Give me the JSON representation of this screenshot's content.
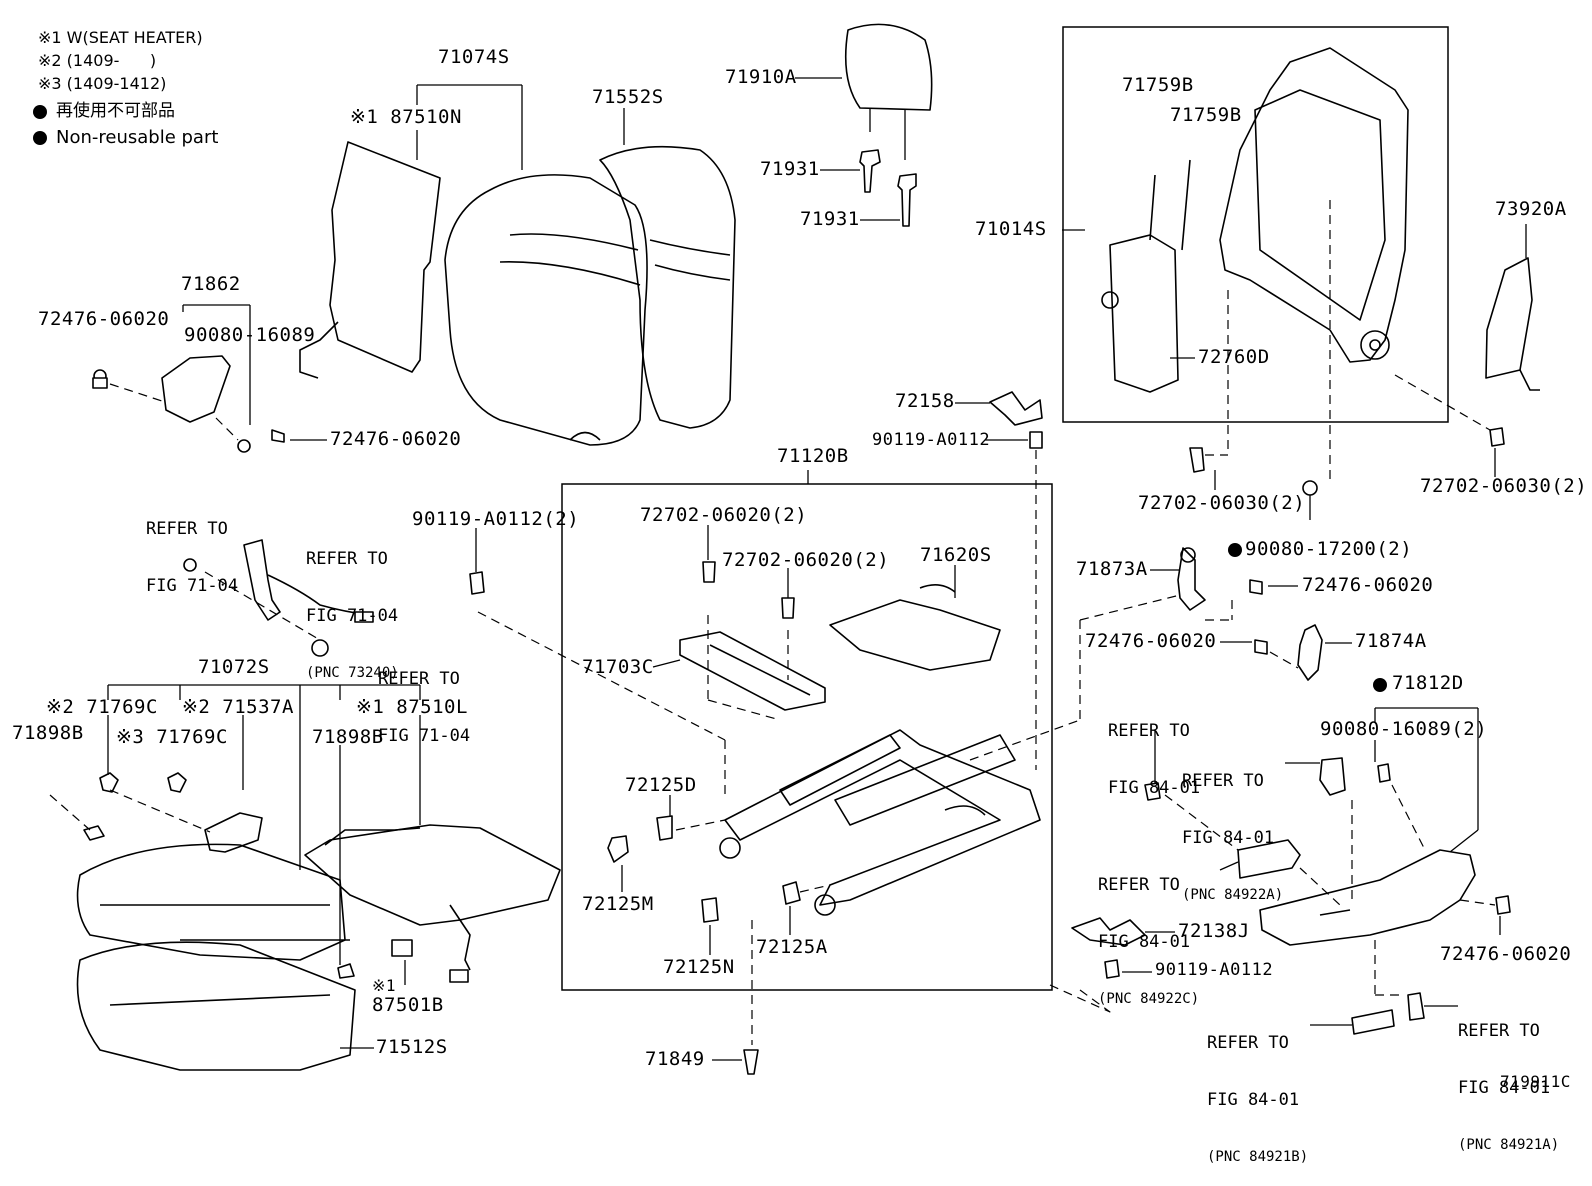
{
  "legend": {
    "note1": "※1 W(SEAT HEATER)",
    "note2": "※2 (1409-      )",
    "note3": "※3 (1409-1412)",
    "nonreusable_jp": "再使用不可部品",
    "nonreusable_en": "Non-reusable part"
  },
  "figure_id": "719911C",
  "labels": {
    "p71074S": "71074S",
    "p87510N": "※1 87510N",
    "p71552S": "71552S",
    "p71910A": "71910A",
    "p71931a": "71931",
    "p71931b": "71931",
    "p71759Ba": "71759B",
    "p71759Bb": "71759B",
    "p71014S": "71014S",
    "p73920A": "73920A",
    "p72760D": "72760D",
    "p71862": "71862",
    "p72476_06020a": "72476-06020",
    "p90080_16089": "90080-16089",
    "p72476_06020b": "72476-06020",
    "p72158": "72158",
    "p90119_A0112a": "90119-A0112",
    "p71120B": "71120B",
    "p72702_06030a": "72702-06030(2)",
    "p72702_06030b": "72702-06030(2)",
    "p90080_17200": "90080-17200(2)",
    "p72476_06020c": "72476-06020",
    "p71873A": "71873A",
    "p72476_06020d": "72476-06020",
    "p71874A": "71874A",
    "p71812D": "71812D",
    "p90080_16089_2": "90080-16089(2)",
    "p90119_A0112_2": "90119-A0112(2)",
    "p72702_06020a": "72702-06020(2)",
    "p72702_06020b": "72702-06020(2)",
    "p71620S": "71620S",
    "p71703C": "71703C",
    "p72125D": "72125D",
    "p72125M": "72125M",
    "p72125N": "72125N",
    "p72125A": "72125A",
    "p71849": "71849",
    "p71072S": "71072S",
    "p71769Ca": "※2 71769C",
    "p71537A": "※2 71537A",
    "p87510L": "※1 87510L",
    "p71898Ba": "71898B",
    "p71769Cb": "※3 71769C",
    "p71898Bb": "71898B",
    "p87501B_note": "※1",
    "p87501B": "87501B",
    "p71512S": "71512S",
    "p72138J": "72138J",
    "p90119_A0112b": "90119-A0112",
    "p72476_06020e": "72476-06020"
  },
  "refers": {
    "r1": {
      "l1": "REFER TO",
      "l2": "FIG 71-04",
      "l3": ""
    },
    "r2": {
      "l1": "REFER TO",
      "l2": "FIG 71-04",
      "l3": "(PNC 73240)"
    },
    "r3": {
      "l1": "REFER TO",
      "l2": "FIG 71-04",
      "l3": ""
    },
    "r4": {
      "l1": "REFER TO",
      "l2": "FIG 84-01",
      "l3": ""
    },
    "r5": {
      "l1": "REFER TO",
      "l2": "FIG 84-01",
      "l3": "(PNC 84922A)"
    },
    "r6": {
      "l1": "REFER TO",
      "l2": "FIG 84-01",
      "l3": "(PNC 84922C)"
    },
    "r7": {
      "l1": "REFER TO",
      "l2": "FIG 84-01",
      "l3": "(PNC 84921B)"
    },
    "r8": {
      "l1": "REFER TO",
      "l2": "FIG 84-01",
      "l3": "(PNC 84921A)"
    }
  }
}
